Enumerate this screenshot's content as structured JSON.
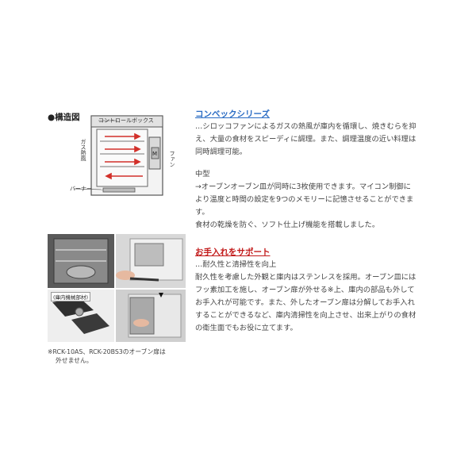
{
  "diagram": {
    "title": "●構造図",
    "control_box_label": "コントロールボックス",
    "gas_hot_air_label": "ガス熱風",
    "fan_label": "ファン",
    "burner_label": "バーナー"
  },
  "section1": {
    "heading": "コンベックシリーズ",
    "lines": [
      "…シロッコファンによるガスの熱風が庫内を循環し、焼きむらを抑",
      "え、大量の食材をスピーディに調理。また、調理温度の近い料理は",
      "同時調理可能。"
    ],
    "sub_heading": "中型",
    "sub_lines": [
      "→オーブンオーブン皿が同時に3枚使用できます。マイコン制御に",
      "より温度と時間の設定を9つのメモリーに記憶させることができま",
      "す。",
      "食材の乾燥を防ぐ、ソフト仕上げ機能を搭載しました。"
    ]
  },
  "photos": {
    "interior_label": "(庫内機械部材)"
  },
  "photo_caption": {
    "lines": [
      "※RCK-10AS、RCK-20BS3のオーブン扉は",
      "外せません。"
    ]
  },
  "section2": {
    "heading": "お手入れをサポート",
    "lines": [
      "…耐久性と清掃性を向上",
      "耐久性を考慮した外観と庫内はステンレスを採用。オーブン皿には",
      "フッ素加工を施し、オーブン扉が外せる※上、庫内の部品も外して",
      "お手入れが可能です。また、外したオーブン扉は分解してお手入れ",
      "することができるなど、庫内清掃性を向上させ、出来上がりの食材",
      "の衛生面でもお役に立てます。"
    ]
  },
  "colors": {
    "heading_blue": "#2a6cc4",
    "heading_red": "#c21a1a",
    "arrow_red": "#d2302a"
  }
}
